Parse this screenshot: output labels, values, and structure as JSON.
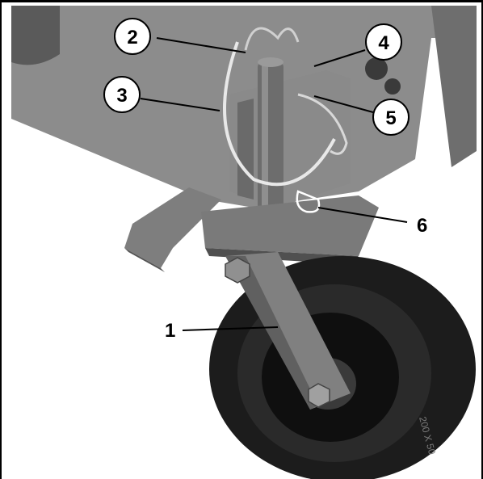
{
  "callouts": [
    {
      "id": "1",
      "label": "1"
    },
    {
      "id": "2",
      "label": "2"
    },
    {
      "id": "3",
      "label": "3"
    },
    {
      "id": "4",
      "label": "4"
    },
    {
      "id": "5",
      "label": "5"
    },
    {
      "id": "6",
      "label": "6"
    }
  ],
  "wheel_marking": "200 X 50",
  "colors": {
    "metal": "#7a7a7a",
    "metal_light": "#9a9a9a",
    "metal_dark": "#4a4a4a",
    "rubber": "#1c1c1c",
    "frame": "#000000"
  }
}
